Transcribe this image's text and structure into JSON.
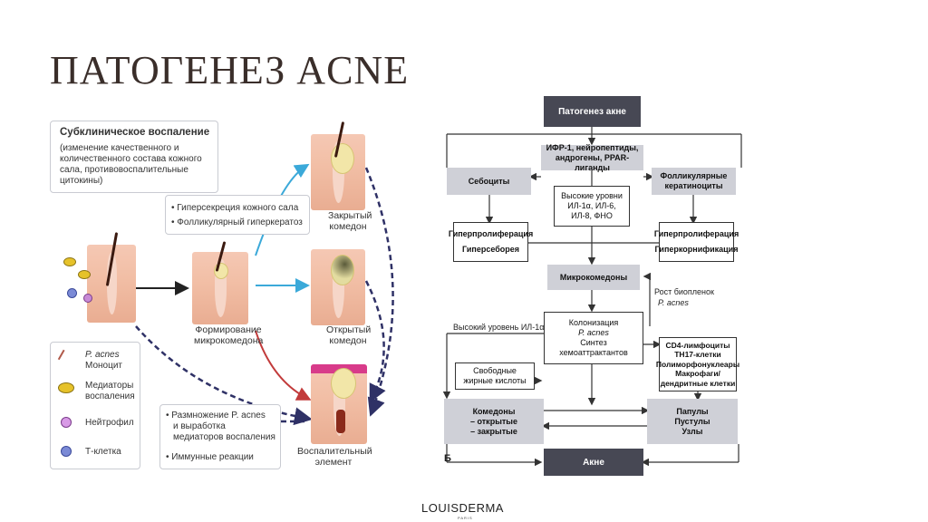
{
  "title": "ПАТОГЕНЕЗ ACNE",
  "left": {
    "subclinical": {
      "heading": "Субклиническое воспаление",
      "lines": [
        "(изменение качественного и",
        "количественного состава кожного",
        "сала, противовоспалительные",
        "цитокины)"
      ]
    },
    "factors": [
      "Гиперсекреция кожного сала",
      "Фолликулярный гиперкератоз"
    ],
    "stages": {
      "micro": [
        "Формирование",
        "микрокомедона"
      ],
      "closed": [
        "Закрытый",
        "комедон"
      ],
      "open": [
        "Открытый",
        "комедон"
      ],
      "inflam": [
        "Воспалительный",
        "элемент"
      ]
    },
    "legend": [
      {
        "label1": "P. acnes",
        "label2": "Моноцит"
      },
      {
        "label1": "Медиаторы",
        "label2": "воспаления"
      },
      {
        "label1": "Нейтрофил",
        "label2": ""
      },
      {
        "label1": "Т-клетка",
        "label2": ""
      }
    ],
    "inflamm_box": [
      "Размножение P. acnes",
      "и выработка",
      "медиаторов воспаления",
      "Иммунные реакции"
    ]
  },
  "flow": {
    "top": "Патогенез акне",
    "igf": [
      "ИФР-1, нейропептиды,",
      "андрогены, PPAR-лиганды"
    ],
    "sebocytes": "Себоциты",
    "keratinocytes": [
      "Фолликулярные",
      "кератиноциты"
    ],
    "il_levels": [
      "Высокие уровни",
      "ИЛ-1α, ИЛ-6,",
      "ИЛ-8, ФНО"
    ],
    "left_prolif": [
      "Гиперпролиферация",
      "Гиперсеборея"
    ],
    "right_prolif": [
      "Гиперпролиферация",
      "Гиперкорнификация"
    ],
    "microcomedones": "Микрокомедоны",
    "biofilm": [
      "Рост биопленок",
      "P. acnes"
    ],
    "high_il": "Высокий уровень ИЛ-1α",
    "colonization": [
      "Колонизация",
      "P. acnes",
      "Синтез",
      "хемоаттрактантов"
    ],
    "fatty_acids": [
      "Свободные",
      "жирные кислоты"
    ],
    "cells": [
      "CD4-лимфоциты",
      "TH17-клетки",
      "Полиморфонуклеары",
      "Макрофаги/",
      "дендритные клетки"
    ],
    "comedones": [
      "Комедоны",
      "– открытые",
      "– закрытые"
    ],
    "papules": [
      "Папулы",
      "Пустулы",
      "Узлы"
    ],
    "acne": "Акне",
    "b_label": "Б"
  },
  "logo": {
    "brand": "LOUISDERMA",
    "sub": "PARIS"
  },
  "colors": {
    "accent_blue": "#3ba9d9",
    "red_arrow": "#c23b3b",
    "dash_navy": "#2f3166",
    "dark_box": "#474854",
    "grey_box": "#cfd0d7"
  }
}
